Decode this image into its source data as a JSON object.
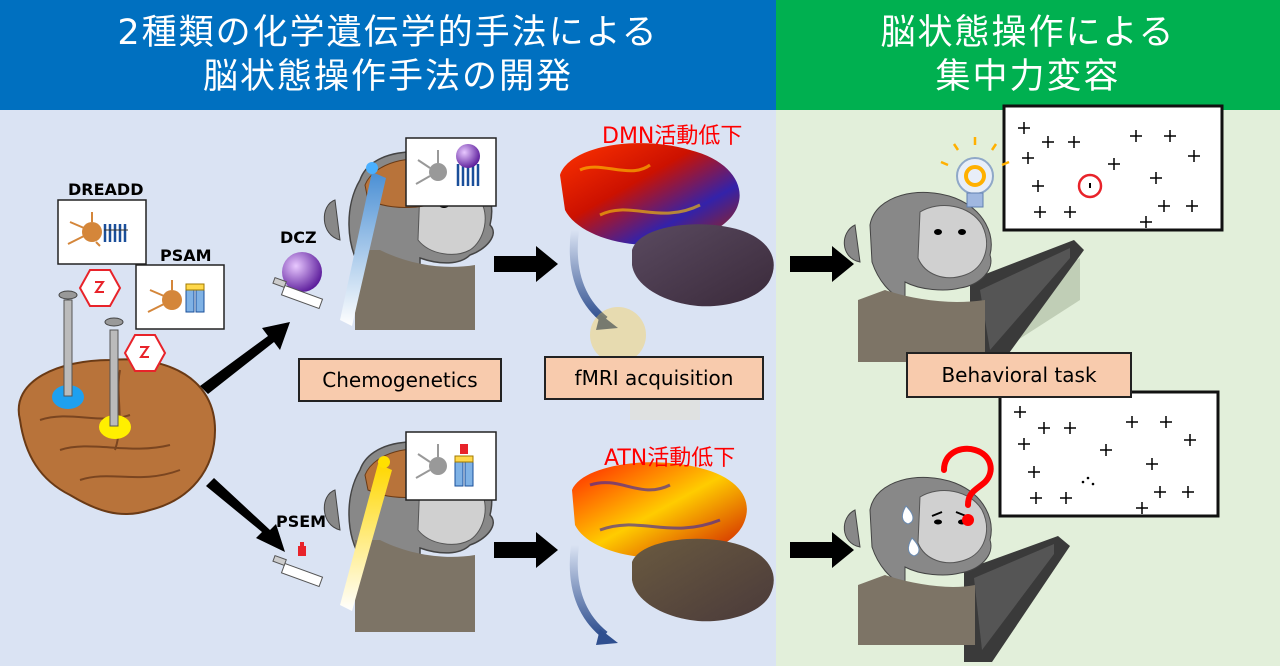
{
  "left_header": {
    "line1": "2種類の化学遺伝学的手法による",
    "line2": "脳状態操作手法の開発"
  },
  "right_header": {
    "line1": "脳状態操作による",
    "line2": "集中力変容"
  },
  "labels": {
    "dreadd": "DREADD",
    "psam": "PSAM",
    "dcz": "DCZ",
    "psem": "PSEM",
    "chemogenetics": "Chemogenetics",
    "fmri": "fMRI acquisition",
    "behavioral": "Behavioral task",
    "dmn": "DMN活動低下",
    "atn": "ATN活動低下"
  },
  "colors": {
    "left_header_bg": "#0070c0",
    "right_header_bg": "#00b050",
    "left_bg": "#dae3f3",
    "right_bg": "#e2efda",
    "label_box": "#f8cbad",
    "red_text": "#ff0000"
  }
}
